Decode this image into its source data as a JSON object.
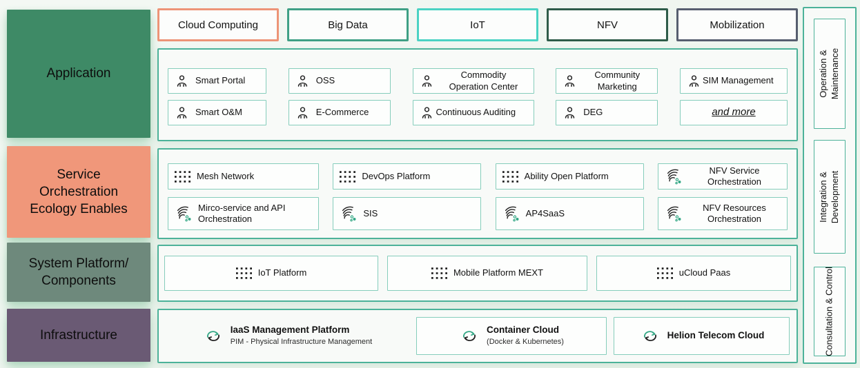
{
  "colors": {
    "container_border": "#4CB299",
    "item_border": "#85CDBB",
    "icon_green": "#35A886"
  },
  "layers": [
    {
      "lines": [
        "Application"
      ],
      "color": "#3E8A66"
    },
    {
      "lines": [
        "Service",
        "Orchestration",
        "Ecology Enables"
      ],
      "color": "#F0977A"
    },
    {
      "lines": [
        "System Platform/",
        "Components"
      ],
      "color": "#6E897C"
    },
    {
      "lines": [
        "Infrastructure"
      ],
      "color": "#6A5A74"
    }
  ],
  "tabs": [
    {
      "label": "Cloud Computing",
      "border": "#ED9477"
    },
    {
      "label": "Big Data",
      "border": "#3FA085"
    },
    {
      "label": "IoT",
      "border": "#4AD2C3"
    },
    {
      "label": "NFV",
      "border": "#2E5C49"
    },
    {
      "label": "Mobilization",
      "border": "#565E6F"
    }
  ],
  "application": {
    "rows": [
      [
        {
          "label": "Smart Portal",
          "icon": "person"
        },
        {
          "label": "OSS",
          "icon": "person"
        },
        {
          "label": "Commodity Operation Center",
          "icon": "person"
        },
        {
          "label": "Community Marketing",
          "icon": "person"
        },
        {
          "label": "SIM Management",
          "icon": "person"
        }
      ],
      [
        {
          "label": "Smart O&M",
          "icon": "person"
        },
        {
          "label": "E-Commerce",
          "icon": "person"
        },
        {
          "label": "Continuous Auditing",
          "icon": "person"
        },
        {
          "label": "DEG",
          "icon": "person"
        },
        {
          "label": "and more",
          "icon": "none"
        }
      ]
    ]
  },
  "service": {
    "rows": [
      [
        {
          "label": "Mesh Network",
          "icon": "grid"
        },
        {
          "label": "DevOps Platform",
          "icon": "grid"
        },
        {
          "label": "Ability Open Platform",
          "icon": "grid"
        },
        {
          "label": "NFV Service Orchestration",
          "icon": "orchestration"
        }
      ],
      [
        {
          "label": "Mirco-service and API Orchestration",
          "icon": "orchestration"
        },
        {
          "label": "SIS",
          "icon": "orchestration"
        },
        {
          "label": "AP4SaaS",
          "icon": "orchestration"
        },
        {
          "label": "NFV Resources Orchestration",
          "icon": "orchestration"
        }
      ]
    ]
  },
  "system": {
    "items": [
      {
        "label": "IoT Platform",
        "icon": "grid"
      },
      {
        "label": "Mobile Platform MEXT",
        "icon": "grid"
      },
      {
        "label": "uCloud Paas",
        "icon": "grid"
      }
    ]
  },
  "infrastructure": {
    "items": [
      {
        "title": "IaaS Management Platform",
        "subtitle": "PIM - Physical Infrastructure Management",
        "icon": "cloud-sync"
      },
      {
        "title": "Container Cloud",
        "subtitle": "(Docker & Kubernetes)",
        "icon": "cloud-sync"
      },
      {
        "title": "Helion Telecom Cloud",
        "subtitle": "",
        "icon": "cloud-sync"
      }
    ]
  },
  "right_rail": {
    "items": [
      {
        "lines": [
          "Operation &",
          "Maintenance"
        ]
      },
      {
        "lines": [
          "Integration &",
          "Development"
        ]
      },
      {
        "lines": [
          "Consultation & Control",
          ""
        ]
      }
    ]
  }
}
